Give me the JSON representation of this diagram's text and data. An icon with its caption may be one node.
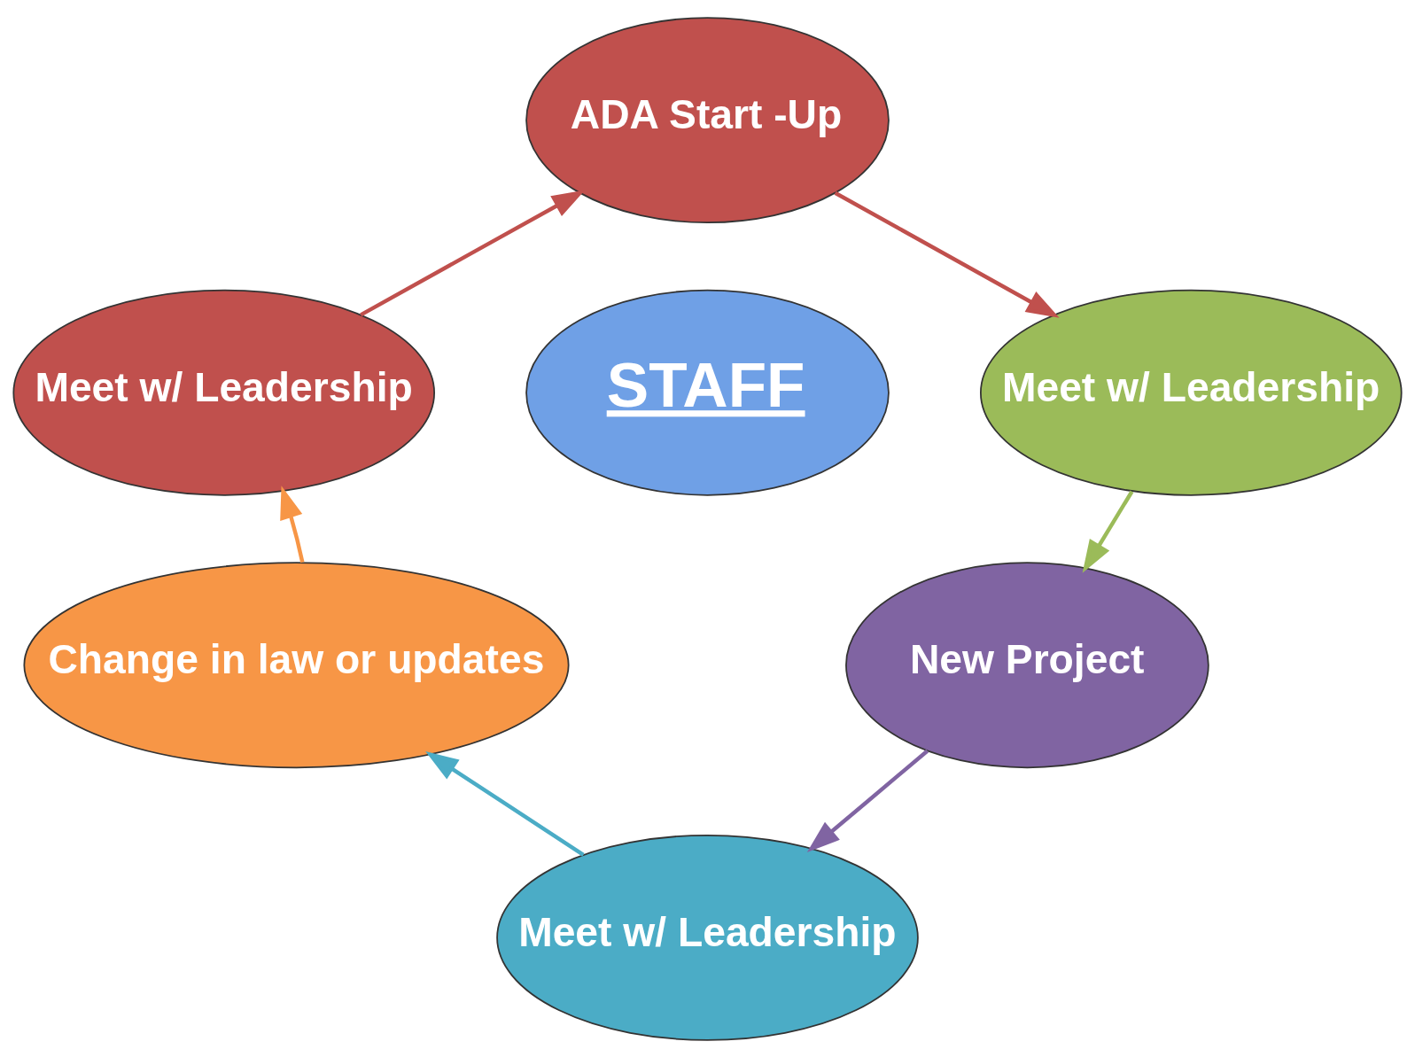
{
  "diagram": {
    "nodes": [
      {
        "text": [
          "ADA Start -Up"
        ]
      },
      {
        "text": [
          "Meet w/ Leadership"
        ]
      },
      {
        "text": [
          "New Project"
        ]
      },
      {
        "text": [
          "Meet w/ Leadership"
        ]
      },
      {
        "text": [
          "Change in law or updates"
        ]
      },
      {
        "text": [
          "Meet w/ Leadership"
        ]
      },
      {
        "text": [
          "STAFF"
        ]
      }
    ],
    "edges": [
      {
        "from": 0,
        "to": 1,
        "arrow": "to",
        "color": "#c0504d"
      },
      {
        "from": 1,
        "to": 2,
        "arrow": "to",
        "color": "#9bbb59"
      },
      {
        "from": 2,
        "to": 3,
        "arrow": "to",
        "color": "#8064a2"
      },
      {
        "from": 3,
        "to": 4,
        "arrow": "to",
        "color": "#4bacc6"
      },
      {
        "from": 4,
        "to": 5,
        "arrow": "to",
        "color": "#f79646"
      },
      {
        "from": 5,
        "to": 0,
        "arrow": "to",
        "color": "#c0504d"
      }
    ]
  }
}
